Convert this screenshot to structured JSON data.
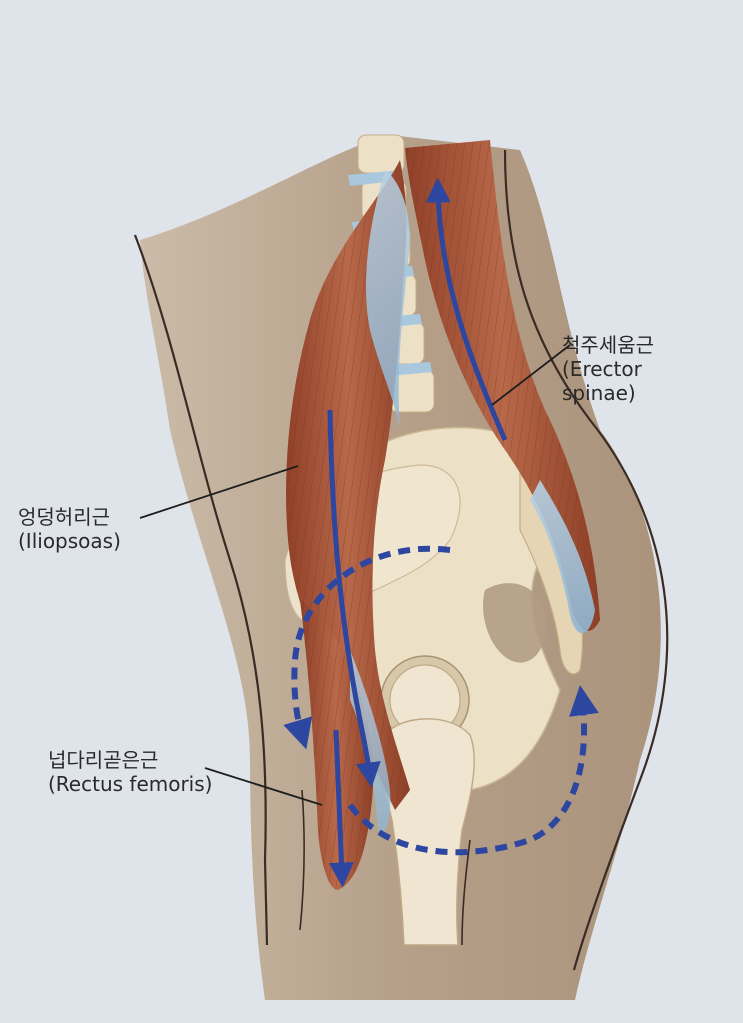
{
  "labels": {
    "erector": {
      "korean": "척주세움근",
      "latin_line1": "(Erector",
      "latin_line2": "spinae)"
    },
    "iliopsoas": {
      "korean": "엉덩허리근",
      "latin": "(Iliopsoas)"
    },
    "rectus": {
      "korean": "넙다리곧은근",
      "latin": "(Rectus femoris)"
    }
  },
  "colors": {
    "background": "#dfe3ea",
    "skin_shadow": "#b39c84",
    "bone": "#ece0c6",
    "muscle": "#a9573b",
    "fascia": "#a9c8de",
    "arrow": "#2d46a0"
  }
}
